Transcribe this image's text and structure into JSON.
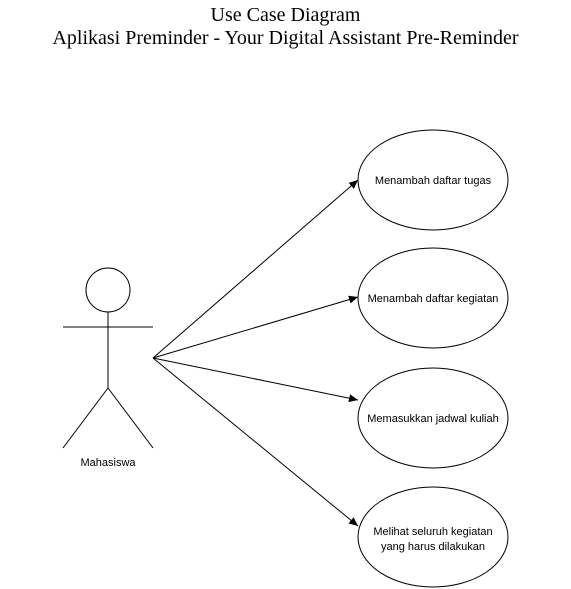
{
  "title": {
    "line1": "Use Case Diagram",
    "line2": "Aplikasi Preminder - Your Digital Assistant Pre-Reminder"
  },
  "actor": {
    "label": "Mahasiswa"
  },
  "use_cases": [
    {
      "lines": [
        "Menambah daftar tugas"
      ]
    },
    {
      "lines": [
        "Menambah daftar kegiatan"
      ]
    },
    {
      "lines": [
        "Memasukkan jadwal kuliah"
      ]
    },
    {
      "lines": [
        "Melihat seluruh kegiatan",
        "yang harus dilakukan"
      ]
    }
  ],
  "colors": {
    "stroke": "#000000",
    "fill": "#ffffff"
  }
}
